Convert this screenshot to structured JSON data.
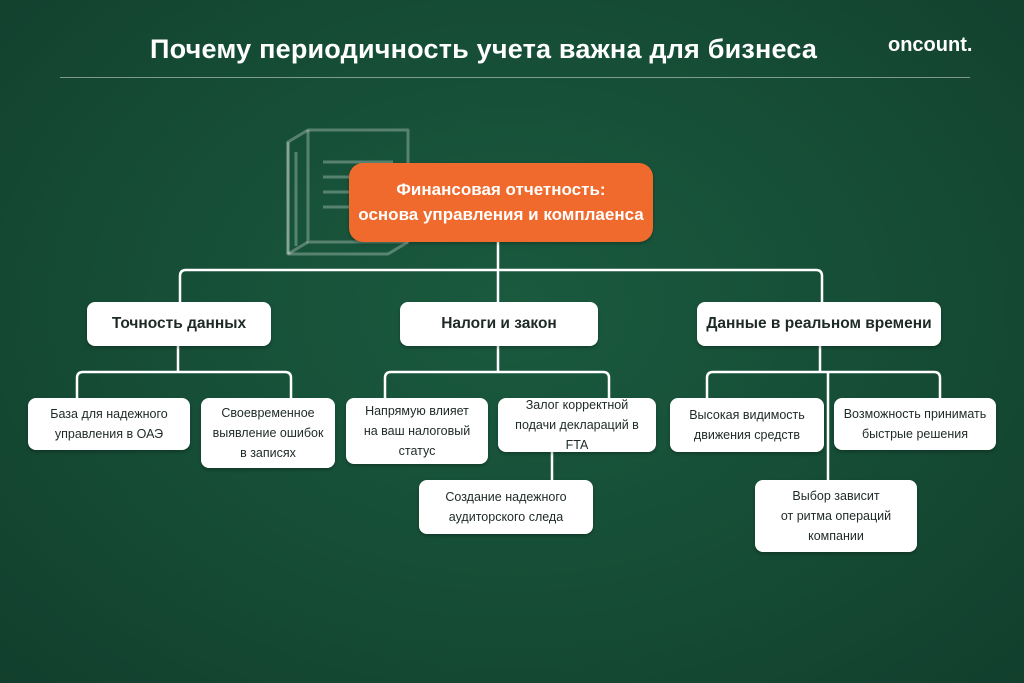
{
  "header": {
    "title": "Почему периодичность учета важна для бизнеса",
    "logo": "oncount."
  },
  "root": {
    "line1": "Финансовая отчетность:",
    "line2": "основа управления и комплаенса"
  },
  "branches": [
    {
      "label": "Точность данных",
      "items": [
        "База для надежного\nуправления в ОАЭ",
        "Своевременное\nвыявление ошибок\nв записях"
      ]
    },
    {
      "label": "Налоги и закон",
      "items": [
        "Напрямую влияет\nна ваш налоговый\nстатус",
        "Залог корректной\nподачи деклараций в FTA",
        "Создание надежного\nаудиторского следа"
      ]
    },
    {
      "label": "Данные в реальном времени",
      "items": [
        "Высокая видимость\nдвижения средств",
        "Возможность принимать\nбыстрые решения",
        "Выбор зависит\nот ритма операций\nкомпании"
      ]
    }
  ],
  "colors": {
    "background": "#154a34",
    "accent": "#ef6a2c",
    "box": "#ffffff",
    "connector": "#ffffff"
  },
  "icons": {
    "decor": "book-icon"
  }
}
